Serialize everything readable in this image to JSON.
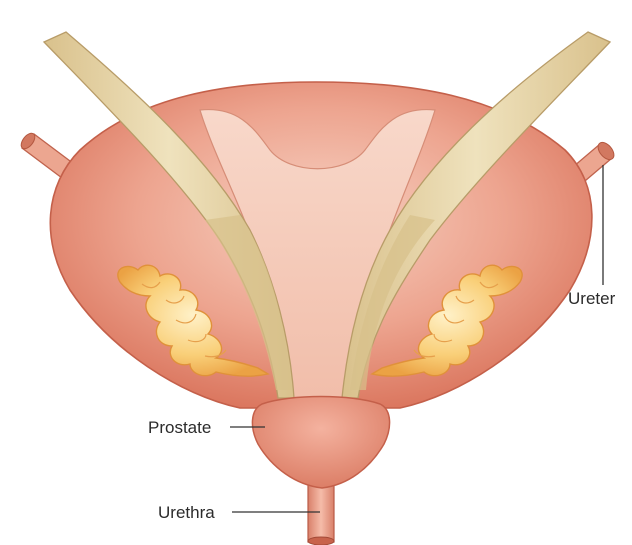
{
  "labels": {
    "ureter": "Ureter",
    "prostate": "Prostate",
    "urethra": "Urethra"
  },
  "colors": {
    "background": "#ffffff",
    "bladder_fill": "#e48f78",
    "bladder_edge": "#c4604a",
    "bladder_inner": "#f2c3b1",
    "vas_deferens": "#e3d2a4",
    "vas_deferens_edge": "#b89c68",
    "seminal_vesicle": "#f6c56c",
    "seminal_vesicle_edge": "#e0913a",
    "prostate": "#e58e77",
    "urethra": "#eea58f",
    "leader_line": "#333333",
    "label_text": "#2b2b2b"
  }
}
